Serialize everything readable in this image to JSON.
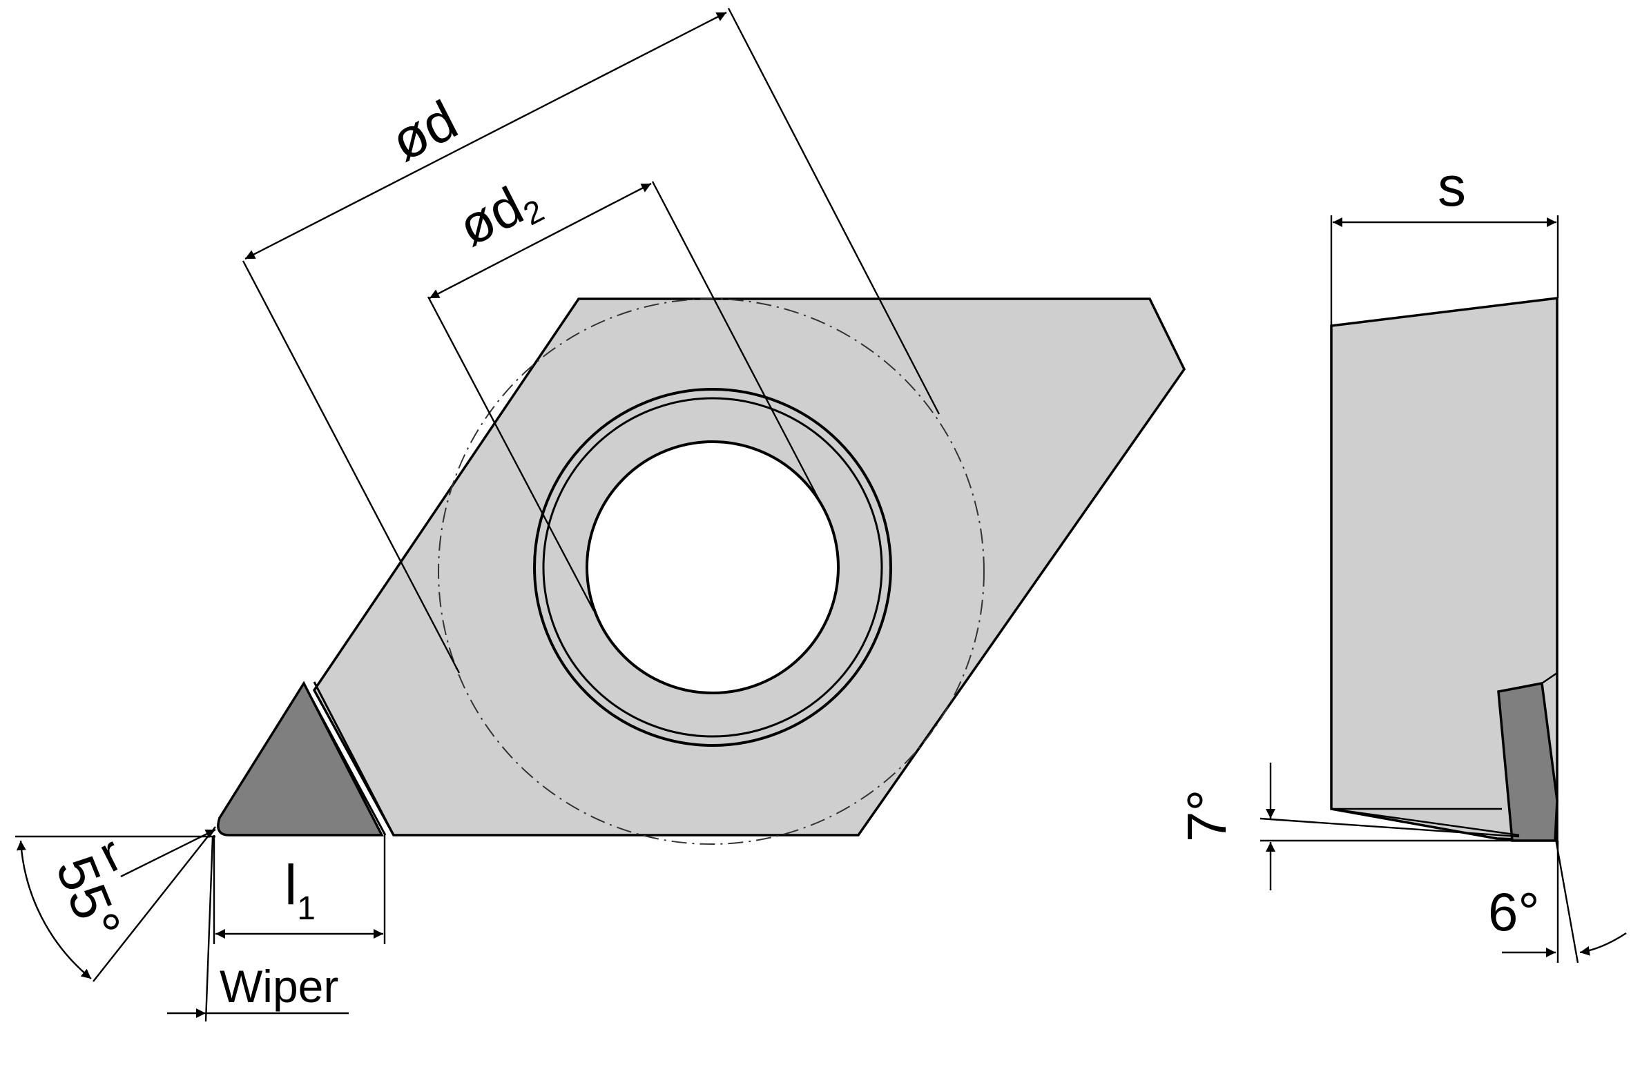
{
  "labels": {
    "od": "ød",
    "od2": "ød",
    "od2_sub": "2",
    "s": "s",
    "l1": "l",
    "l1_sub": "1",
    "wiper": "Wiper",
    "r": "r",
    "angle_55": "55°",
    "angle_7": "7°",
    "angle_6": "6°"
  },
  "colors": {
    "insert_fill": "#cfcfcf",
    "tip_fill": "#7f7f7f",
    "outline": "#000000",
    "hole": "#ffffff"
  }
}
